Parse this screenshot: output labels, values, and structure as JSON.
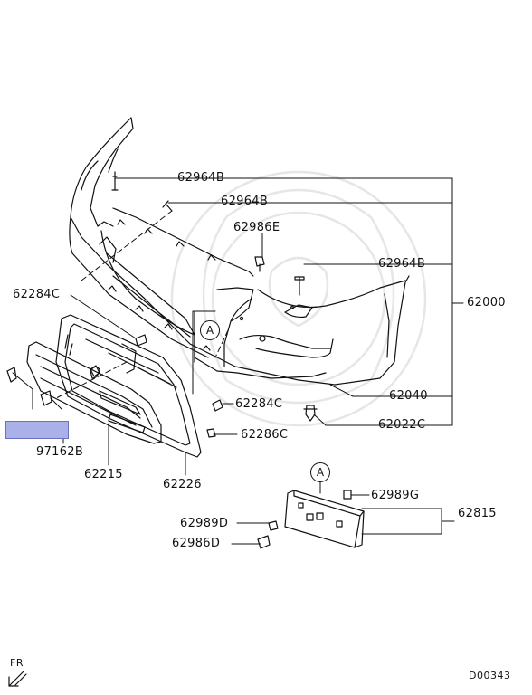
{
  "figure": {
    "code": "D00343",
    "front_label": "FR",
    "callout_letter": "A",
    "labels": {
      "p62964b_1": "62964B",
      "p62964b_2": "62964B",
      "p62986e": "62986E",
      "p62964b_3": "62964B",
      "p62284c_1": "62284C",
      "p62000": "62000",
      "p62040": "62040",
      "p62284c_2": "62284C",
      "p62022c": "62022C",
      "p62286c": "62286C",
      "p97162b": "97162B",
      "p62215": "62215",
      "p62226": "62226",
      "p62989g": "62989G",
      "p62815": "62815",
      "p62989d": "62989D",
      "p62986d": "62986D"
    },
    "highlight_color": "#aab0e8"
  }
}
